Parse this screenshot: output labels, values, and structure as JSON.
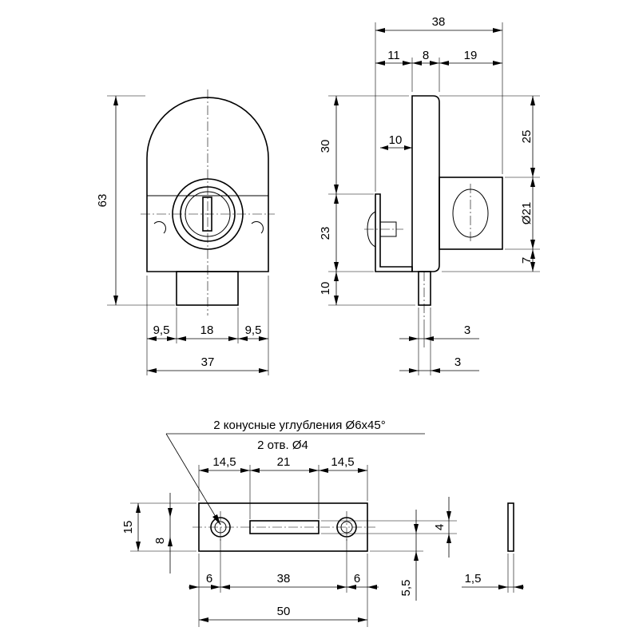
{
  "front_view": {
    "dims": {
      "height": "63",
      "width": "37",
      "left_offset": "9,5",
      "cylinder": "18",
      "right_offset": "9,5"
    }
  },
  "side_view": {
    "dims": {
      "total_width": "38",
      "seg1": "11",
      "seg2": "8",
      "seg3": "19",
      "h_top": "30",
      "h_mid": "23",
      "h_bottom": "10",
      "plate_gap": "10",
      "r_top": "25",
      "r_diam": "Ø21",
      "r_bottom": "7",
      "bolt1": "3",
      "bolt2": "3"
    }
  },
  "plate_view": {
    "note1": "2 конусные углубления Ø6x45°",
    "note2": "2 отв. Ø4",
    "dims": {
      "top_left": "14,5",
      "top_mid": "21",
      "top_right": "14,5",
      "height": "15",
      "hole_height": "8",
      "bottom_left": "6",
      "bottom_mid": "38",
      "bottom_right": "6",
      "total": "50",
      "slot_height": "4",
      "slot_offset": "5,5",
      "thickness": "1,5"
    }
  }
}
